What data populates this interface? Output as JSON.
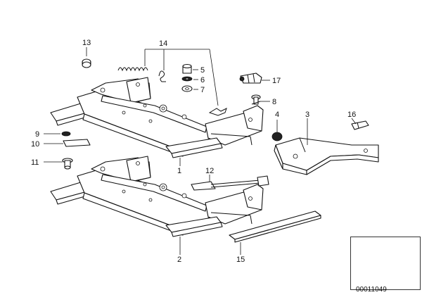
{
  "diagram": {
    "callouts": [
      "13",
      "14",
      "5",
      "6",
      "7",
      "17",
      "8",
      "4",
      "3",
      "16",
      "9",
      "10",
      "11",
      "1",
      "12",
      "2",
      "15"
    ],
    "diagram_id": "00011049"
  }
}
